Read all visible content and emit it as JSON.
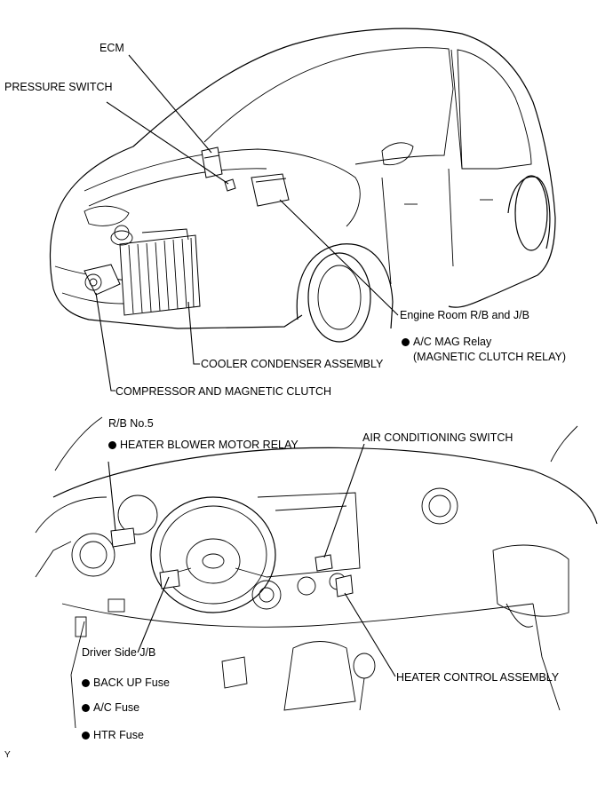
{
  "top_labels": {
    "ecm": "ECM",
    "pressure_switch": "PRESSURE SWITCH",
    "engine_room_rb_jb": "Engine Room R/B and J/B",
    "ac_mag_relay": "A/C MAG Relay",
    "magnetic_clutch_relay": "(MAGNETIC CLUTCH RELAY)",
    "cooler_condenser": "COOLER CONDENSER ASSEMBLY",
    "compressor_clutch": "COMPRESSOR AND MAGNETIC CLUTCH"
  },
  "bottom_labels": {
    "rb_no5": "R/B No.5",
    "heater_blower_relay": "HEATER BLOWER MOTOR RELAY",
    "ac_switch": "AIR CONDITIONING SWITCH",
    "driver_side_jb": "Driver Side J/B",
    "heater_control": "HEATER CONTROL ASSEMBLY",
    "backup_fuse": "BACK UP Fuse",
    "ac_fuse": "A/C Fuse",
    "htr_fuse": "HTR Fuse"
  },
  "corner_mark": "Y"
}
